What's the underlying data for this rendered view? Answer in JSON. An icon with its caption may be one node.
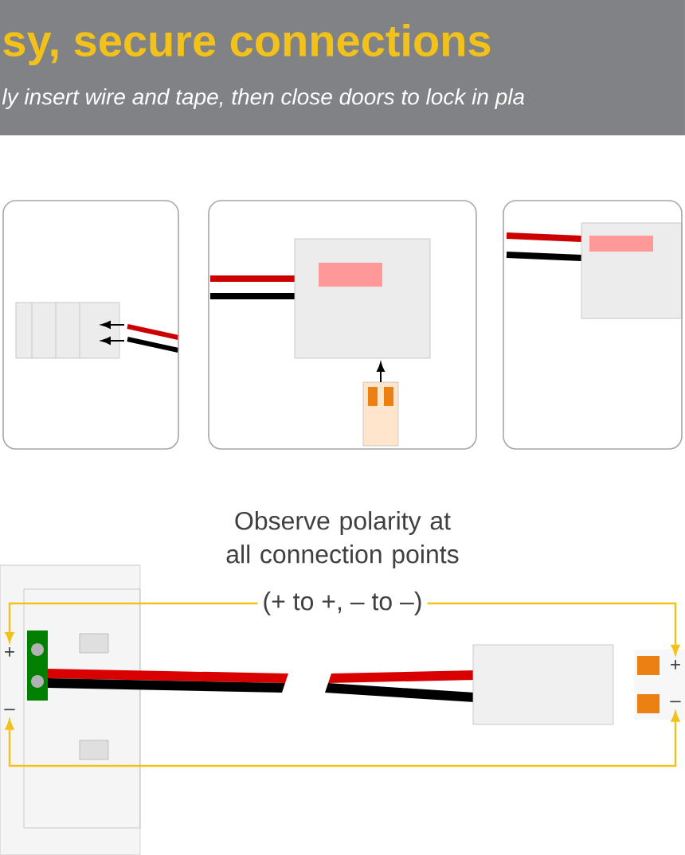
{
  "diagram": {
    "title": "sy, secure connections",
    "caption": "ly insert wire and tape, then close doors to lock in pla",
    "nodes": [
      {
        "text": [],
        "shape": "picture"
      },
      {
        "text": [],
        "shape": "picture"
      },
      {
        "text": [],
        "shape": "picture"
      },
      {
        "text": [
          "+"
        ]
      },
      {
        "text": [
          "–"
        ]
      },
      {
        "text": [
          "+"
        ]
      },
      {
        "text": [
          "–"
        ]
      }
    ],
    "edges": [
      {
        "from": 3,
        "to": 5,
        "arrow": "both",
        "label": "(+ to +, – to –)"
      },
      {
        "from": 4,
        "to": 6,
        "arrow": "both"
      }
    ],
    "labels": [
      "Observe polarity at all connection points"
    ]
  }
}
